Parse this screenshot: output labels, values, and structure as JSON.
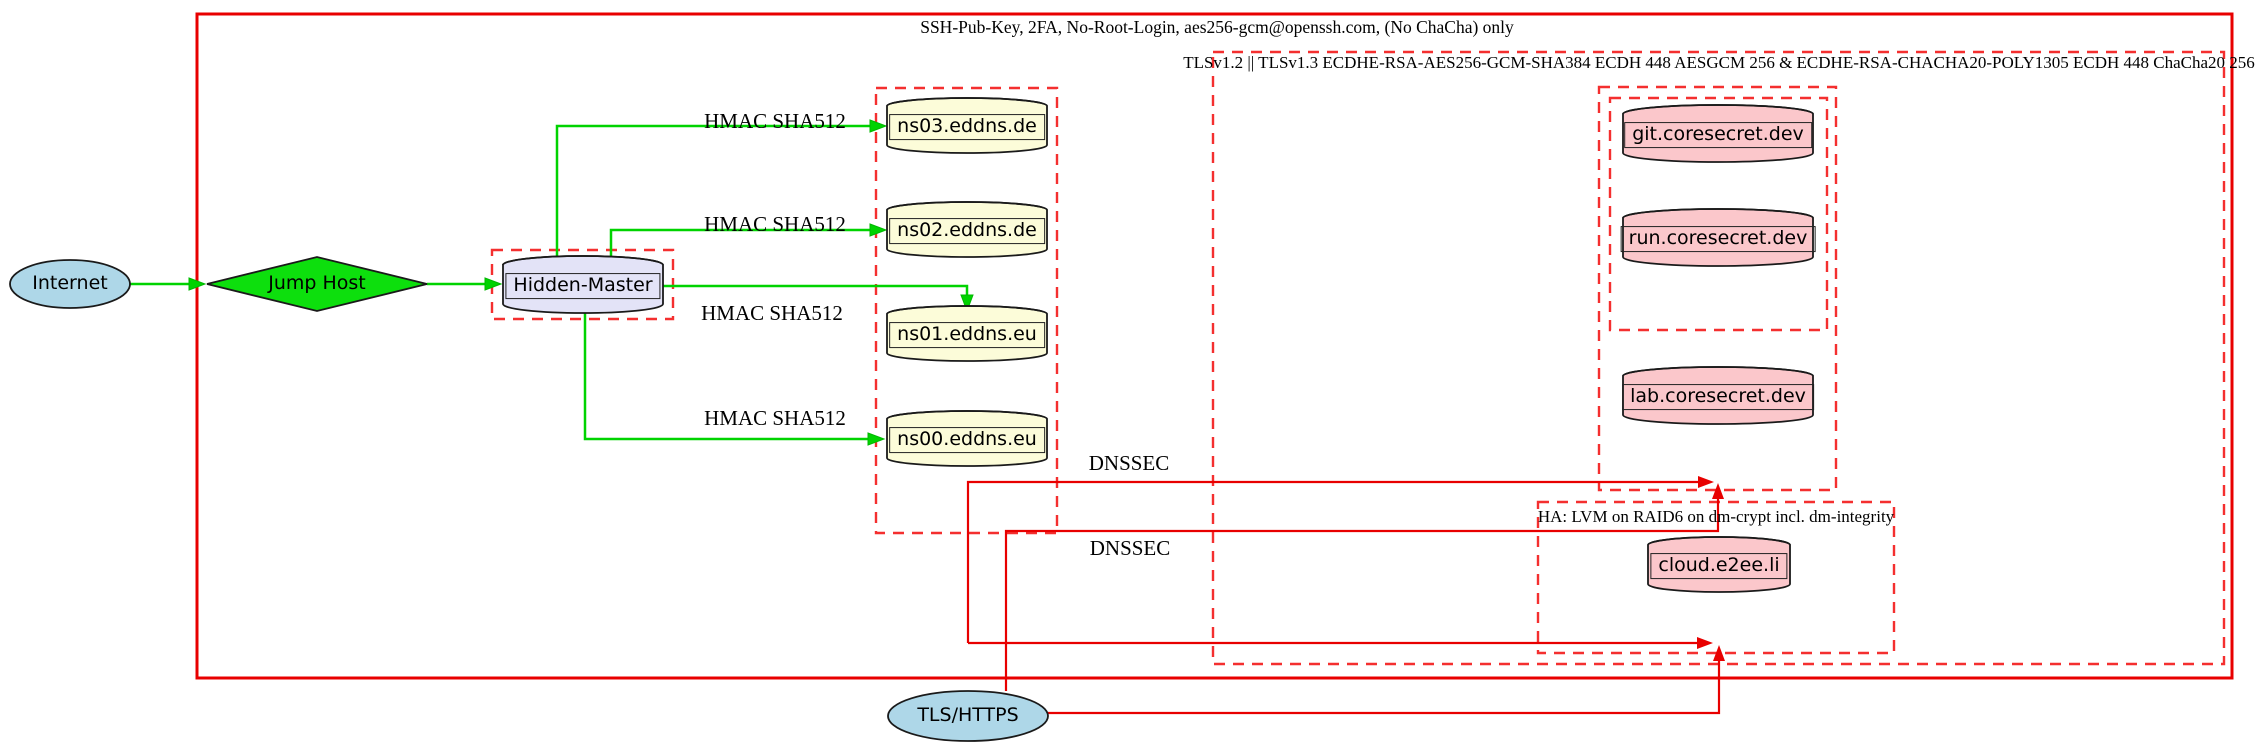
{
  "diagram_type": "network-security-topology",
  "colors": {
    "secure_channel_green": "#00d300",
    "alert_red_solid": "#e80000",
    "cluster_red_dashed": "#f42f2f",
    "node_blue": "#aed7e8",
    "node_green": "#0ddf0d",
    "node_lavender": "#e3e3f7",
    "node_lightyellow": "#fcfcd9",
    "node_pink": "#fbc7cb"
  },
  "clusters": {
    "perimeter": {
      "label": "SSH-Pub-Key, 2FA, No-Root-Login, aes256-gcm@openssh.com, (No ChaCha) only",
      "border": "solid red"
    },
    "tls": {
      "label": "TLSv1.2 || TLSv1.3 ECDHE-RSA-AES256-GCM-SHA384 ECDH 448 AESGCM 256 & ECDHE-RSA-CHACHA20-POLY1305 ECDH 448 ChaCha20 256",
      "border": "dashed red"
    },
    "nameservers": {
      "label": "",
      "border": "dashed red"
    },
    "hidden_master_box": {
      "label": "",
      "border": "dashed red"
    },
    "coresecret_outer": {
      "label": "",
      "border": "dashed red"
    },
    "coresecret_inner": {
      "label": "",
      "border": "dashed red"
    },
    "ha": {
      "label": "HA: LVM on RAID6 on dm-crypt incl. dm-integrity",
      "border": "dashed red"
    }
  },
  "nodes": {
    "internet": {
      "label": "Internet",
      "shape": "ellipse",
      "fill": "#aed7e8"
    },
    "jump_host": {
      "label": "Jump Host",
      "shape": "diamond",
      "fill": "#0ddf0d"
    },
    "hidden_master": {
      "label": "Hidden-Master",
      "shape": "cylinder",
      "fill": "#e3e3f7"
    },
    "ns03": {
      "label": "ns03.eddns.de",
      "shape": "cylinder",
      "fill": "#fcfcd9"
    },
    "ns02": {
      "label": "ns02.eddns.de",
      "shape": "cylinder",
      "fill": "#fcfcd9"
    },
    "ns01": {
      "label": "ns01.eddns.eu",
      "shape": "cylinder",
      "fill": "#fcfcd9"
    },
    "ns00": {
      "label": "ns00.eddns.eu",
      "shape": "cylinder",
      "fill": "#fcfcd9"
    },
    "git": {
      "label": "git.coresecret.dev",
      "shape": "cylinder",
      "fill": "#fbc7cb"
    },
    "run": {
      "label": "run.coresecret.dev",
      "shape": "cylinder",
      "fill": "#fbc7cb"
    },
    "lab": {
      "label": "lab.coresecret.dev",
      "shape": "cylinder",
      "fill": "#fbc7cb"
    },
    "cloud": {
      "label": "cloud.e2ee.li",
      "shape": "cylinder",
      "fill": "#fbc7cb"
    },
    "tls_https": {
      "label": "TLS/HTTPS",
      "shape": "ellipse",
      "fill": "#aed7e8"
    }
  },
  "edges": [
    {
      "from": "Internet",
      "to": "Jump Host",
      "label": "",
      "color": "green"
    },
    {
      "from": "Jump Host",
      "to": "Hidden-Master",
      "label": "",
      "color": "green"
    },
    {
      "from": "Hidden-Master",
      "to": "ns03.eddns.de",
      "label": "HMAC SHA512",
      "color": "green"
    },
    {
      "from": "Hidden-Master",
      "to": "ns02.eddns.de",
      "label": "HMAC SHA512",
      "color": "green"
    },
    {
      "from": "Hidden-Master",
      "to": "ns01.eddns.eu",
      "label": "HMAC SHA512",
      "color": "green"
    },
    {
      "from": "Hidden-Master",
      "to": "ns00.eddns.eu",
      "label": "HMAC SHA512",
      "color": "green"
    },
    {
      "from": "nameservers",
      "to": "coresecret cluster",
      "label": "DNSSEC",
      "color": "red"
    },
    {
      "from": "nameservers",
      "to": "HA cluster",
      "label": "DNSSEC",
      "color": "red"
    },
    {
      "from": "TLS/HTTPS",
      "to": "coresecret cluster",
      "label": "",
      "color": "red"
    },
    {
      "from": "TLS/HTTPS",
      "to": "cloud cluster",
      "label": "",
      "color": "red"
    }
  ]
}
